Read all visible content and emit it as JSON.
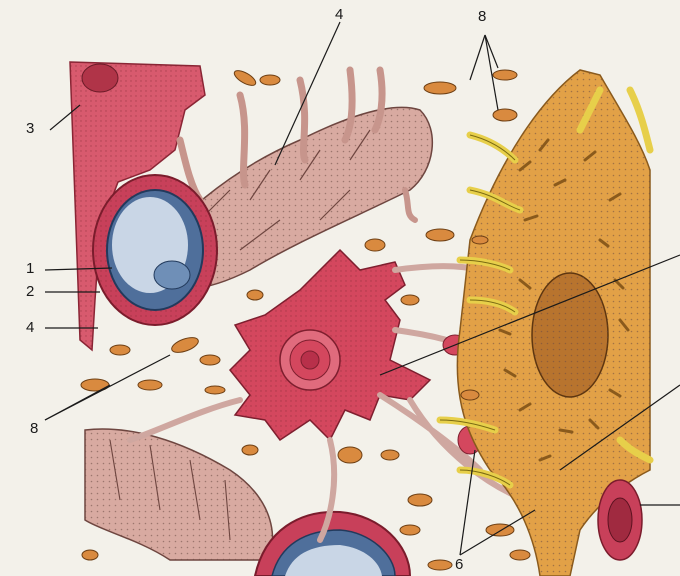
{
  "labels": {
    "l1": "1",
    "l2": "2",
    "l3": "3",
    "l4_top": "4",
    "l4_left": "4",
    "l6": "6",
    "l8_top": "8",
    "l8_left": "8"
  },
  "colors": {
    "background": "#f3f1ea",
    "capillary_wall": "#c8405a",
    "capillary_lumen": "#6f8fb7",
    "astrocyte": "#d4475e",
    "neuron": "#e2a147",
    "fiber": "#cfa7a0",
    "yellow_processes": "#e7cf4a",
    "organelles": "#d98a3f"
  }
}
